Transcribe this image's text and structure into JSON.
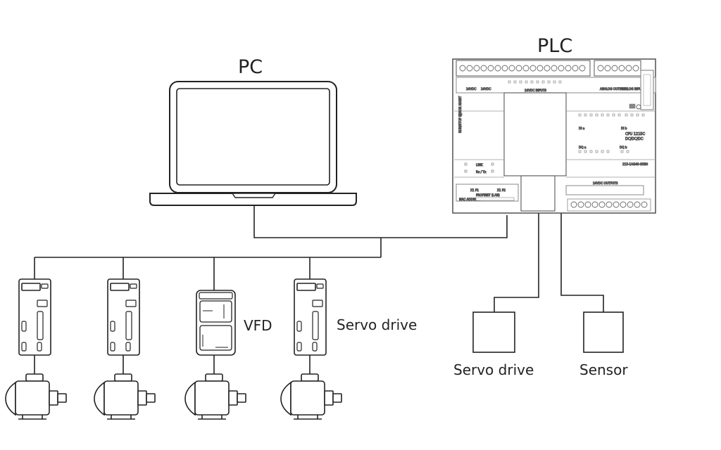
{
  "labels": {
    "pc": "PC",
    "plc": "PLC",
    "vfd": "VFD",
    "servo_drive_left": "Servo drive",
    "servo_drive_right": "Servo drive",
    "sensor": "Sensor"
  },
  "plc_panel": {
    "top_power": "24VDC",
    "top_power_2": "24VDC",
    "inputs": "24VDC INPUTS",
    "analog_out": "ANALOG OUTPUTS",
    "analog_in": "ANALOG INPUTS",
    "run_stop": "RUN/STOP ERROR MAINT",
    "cpu_model": "CPU 1215C",
    "cpu_type": "DC/DC/DC",
    "order_no": "215-1AG40-0XB0",
    "link": "LINK",
    "rxtx": "Rx / Tx",
    "profinet": "PROFINET (LAN)",
    "x1p1": "X1 P1",
    "x1p2": "X1 P2",
    "mac": "MAC ADDRESS",
    "outputs": "24VDC OUTPUTS",
    "dia": "DI a",
    "dib": "DI b",
    "dqa": "DQ a",
    "dqb": "DQ b"
  },
  "colors": {
    "stroke": "#222222",
    "device_fill": "#ffffff",
    "background": "#ffffff"
  }
}
